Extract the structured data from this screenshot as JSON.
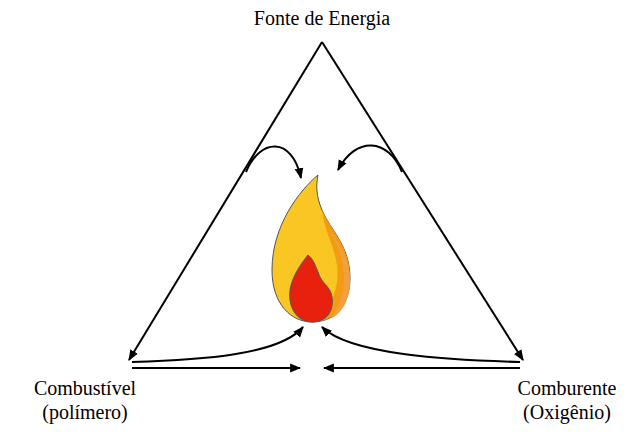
{
  "diagram": {
    "nodes": [
      {
        "text": [
          "Fonte de Energia"
        ]
      },
      {
        "text": [
          "Combustível (polímero)"
        ]
      },
      {
        "text": [
          "Comburente (Oxigênio)"
        ]
      }
    ],
    "edges": [
      {
        "from": 0,
        "to": 1,
        "arrow": "to"
      },
      {
        "from": 0,
        "to": 2,
        "arrow": "to"
      }
    ]
  }
}
